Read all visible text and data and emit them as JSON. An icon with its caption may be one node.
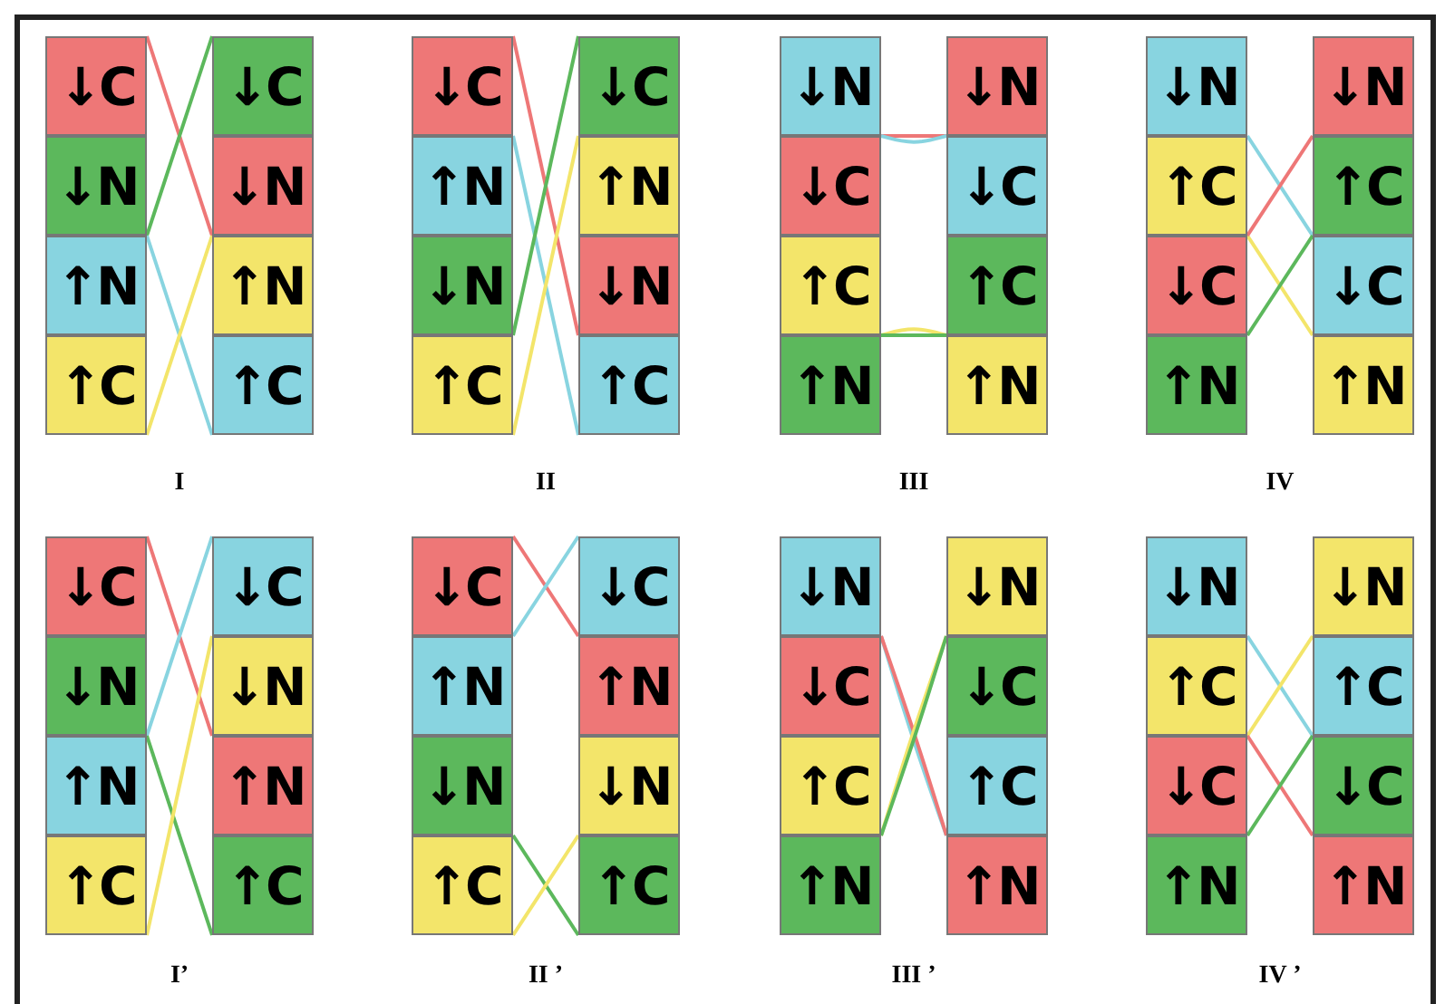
{
  "diagram": {
    "nodes": [
      {
        "text": [
          "↓C"
        ]
      },
      {
        "text": [
          "↓N"
        ]
      },
      {
        "text": [
          "↑N"
        ]
      },
      {
        "text": [
          "↑C"
        ]
      },
      {
        "text": [
          "↓C"
        ]
      },
      {
        "text": [
          "↓N"
        ]
      },
      {
        "text": [
          "↑N"
        ]
      },
      {
        "text": [
          "↑C"
        ]
      },
      {
        "text": [
          "↓C"
        ]
      },
      {
        "text": [
          "↑N"
        ]
      },
      {
        "text": [
          "↓N"
        ]
      },
      {
        "text": [
          "↑C"
        ]
      },
      {
        "text": [
          "↓C"
        ]
      },
      {
        "text": [
          "↑N"
        ]
      },
      {
        "text": [
          "↓N"
        ]
      },
      {
        "text": [
          "↑C"
        ]
      },
      {
        "text": [
          "↓N"
        ]
      },
      {
        "text": [
          "↓C"
        ]
      },
      {
        "text": [
          "↑C"
        ]
      },
      {
        "text": [
          "↑N"
        ]
      },
      {
        "text": [
          "↓N"
        ]
      },
      {
        "text": [
          "↓C"
        ]
      },
      {
        "text": [
          "↑C"
        ]
      },
      {
        "text": [
          "↑N"
        ]
      },
      {
        "text": [
          "↓N"
        ]
      },
      {
        "text": [
          "↑C"
        ]
      },
      {
        "text": [
          "↓C"
        ]
      },
      {
        "text": [
          "↑N"
        ]
      },
      {
        "text": [
          "↓N"
        ]
      },
      {
        "text": [
          "↑C"
        ]
      },
      {
        "text": [
          "↓C"
        ]
      },
      {
        "text": [
          "↑N"
        ]
      },
      {
        "text": [
          "↓C"
        ]
      },
      {
        "text": [
          "↓N"
        ]
      },
      {
        "text": [
          "↑N"
        ]
      },
      {
        "text": [
          "↑C"
        ]
      },
      {
        "text": [
          "↓C"
        ]
      },
      {
        "text": [
          "↓N"
        ]
      },
      {
        "text": [
          "↑N"
        ]
      },
      {
        "text": [
          "↑C"
        ]
      },
      {
        "text": [
          "↓C"
        ]
      },
      {
        "text": [
          "↑N"
        ]
      },
      {
        "text": [
          "↓N"
        ]
      },
      {
        "text": [
          "↑C"
        ]
      },
      {
        "text": [
          "↓C"
        ]
      },
      {
        "text": [
          "↑N"
        ]
      },
      {
        "text": [
          "↓N"
        ]
      },
      {
        "text": [
          "↑C"
        ]
      },
      {
        "text": [
          "↓N"
        ]
      },
      {
        "text": [
          "↓C"
        ]
      },
      {
        "text": [
          "↑C"
        ]
      },
      {
        "text": [
          "↑N"
        ]
      },
      {
        "text": [
          "↓N"
        ]
      },
      {
        "text": [
          "↓C"
        ]
      },
      {
        "text": [
          "↑C"
        ]
      },
      {
        "text": [
          "↑N"
        ]
      },
      {
        "text": [
          "↓N"
        ]
      },
      {
        "text": [
          "↑C"
        ]
      },
      {
        "text": [
          "↓C"
        ]
      },
      {
        "text": [
          "↑N"
        ]
      },
      {
        "text": [
          "↓N"
        ]
      },
      {
        "text": [
          "↑C"
        ]
      },
      {
        "text": [
          "↓C"
        ]
      },
      {
        "text": [
          "↑N"
        ]
      }
    ],
    "edges": [
      {
        "from": 0,
        "to": 5,
        "arrow": "none",
        "color": "#ee7777"
      },
      {
        "from": 1,
        "to": 4,
        "arrow": "none",
        "color": "#5cb85c"
      },
      {
        "from": 2,
        "to": 7,
        "arrow": "none",
        "color": "#88d4e0"
      },
      {
        "from": 3,
        "to": 6,
        "arrow": "none",
        "color": "#f3e56a"
      },
      {
        "from": 8,
        "to": 14,
        "arrow": "none",
        "color": "#ee7777"
      },
      {
        "from": 9,
        "to": 15,
        "arrow": "none",
        "color": "#88d4e0"
      },
      {
        "from": 10,
        "to": 12,
        "arrow": "none",
        "color": "#5cb85c"
      },
      {
        "from": 11,
        "to": 13,
        "arrow": "none",
        "color": "#f3e56a"
      },
      {
        "from": 17,
        "to": 20,
        "arrow": "none",
        "color": "#ee7777"
      },
      {
        "from": 16,
        "to": 21,
        "arrow": "none",
        "color": "#88d4e0"
      },
      {
        "from": 18,
        "to": 23,
        "arrow": "none",
        "color": "#f3e56a"
      },
      {
        "from": 19,
        "to": 22,
        "arrow": "none",
        "color": "#5cb85c"
      },
      {
        "from": 24,
        "to": 30,
        "arrow": "none",
        "color": "#88d4e0"
      },
      {
        "from": 25,
        "to": 31,
        "arrow": "none",
        "color": "#f3e56a"
      },
      {
        "from": 26,
        "to": 28,
        "arrow": "none",
        "color": "#ee7777"
      },
      {
        "from": 27,
        "to": 29,
        "arrow": "none",
        "color": "#5cb85c"
      },
      {
        "from": 32,
        "to": 38,
        "arrow": "none",
        "color": "#ee7777"
      },
      {
        "from": 34,
        "to": 36,
        "arrow": "none",
        "color": "#88d4e0"
      },
      {
        "from": 33,
        "to": 39,
        "arrow": "none",
        "color": "#5cb85c"
      },
      {
        "from": 35,
        "to": 37,
        "arrow": "none",
        "color": "#f3e56a"
      },
      {
        "from": 40,
        "to": 45,
        "arrow": "none",
        "color": "#ee7777"
      },
      {
        "from": 41,
        "to": 44,
        "arrow": "none",
        "color": "#88d4e0"
      },
      {
        "from": 42,
        "to": 47,
        "arrow": "none",
        "color": "#5cb85c"
      },
      {
        "from": 43,
        "to": 46,
        "arrow": "none",
        "color": "#f3e56a"
      },
      {
        "from": 48,
        "to": 54,
        "arrow": "none",
        "color": "#88d4e0"
      },
      {
        "from": 49,
        "to": 55,
        "arrow": "none",
        "color": "#ee7777"
      },
      {
        "from": 50,
        "to": 52,
        "arrow": "none",
        "color": "#f3e56a"
      },
      {
        "from": 51,
        "to": 53,
        "arrow": "none",
        "color": "#5cb85c"
      },
      {
        "from": 56,
        "to": 61,
        "arrow": "none",
        "color": "#88d4e0"
      },
      {
        "from": 57,
        "to": 60,
        "arrow": "none",
        "color": "#f3e56a"
      },
      {
        "from": 58,
        "to": 63,
        "arrow": "none",
        "color": "#ee7777"
      },
      {
        "from": 59,
        "to": 62,
        "arrow": "none",
        "color": "#5cb85c"
      }
    ],
    "labels": [
      "I",
      "II",
      "III",
      "IV",
      "I’",
      "II ’",
      "III ’",
      "IV ’"
    ]
  }
}
